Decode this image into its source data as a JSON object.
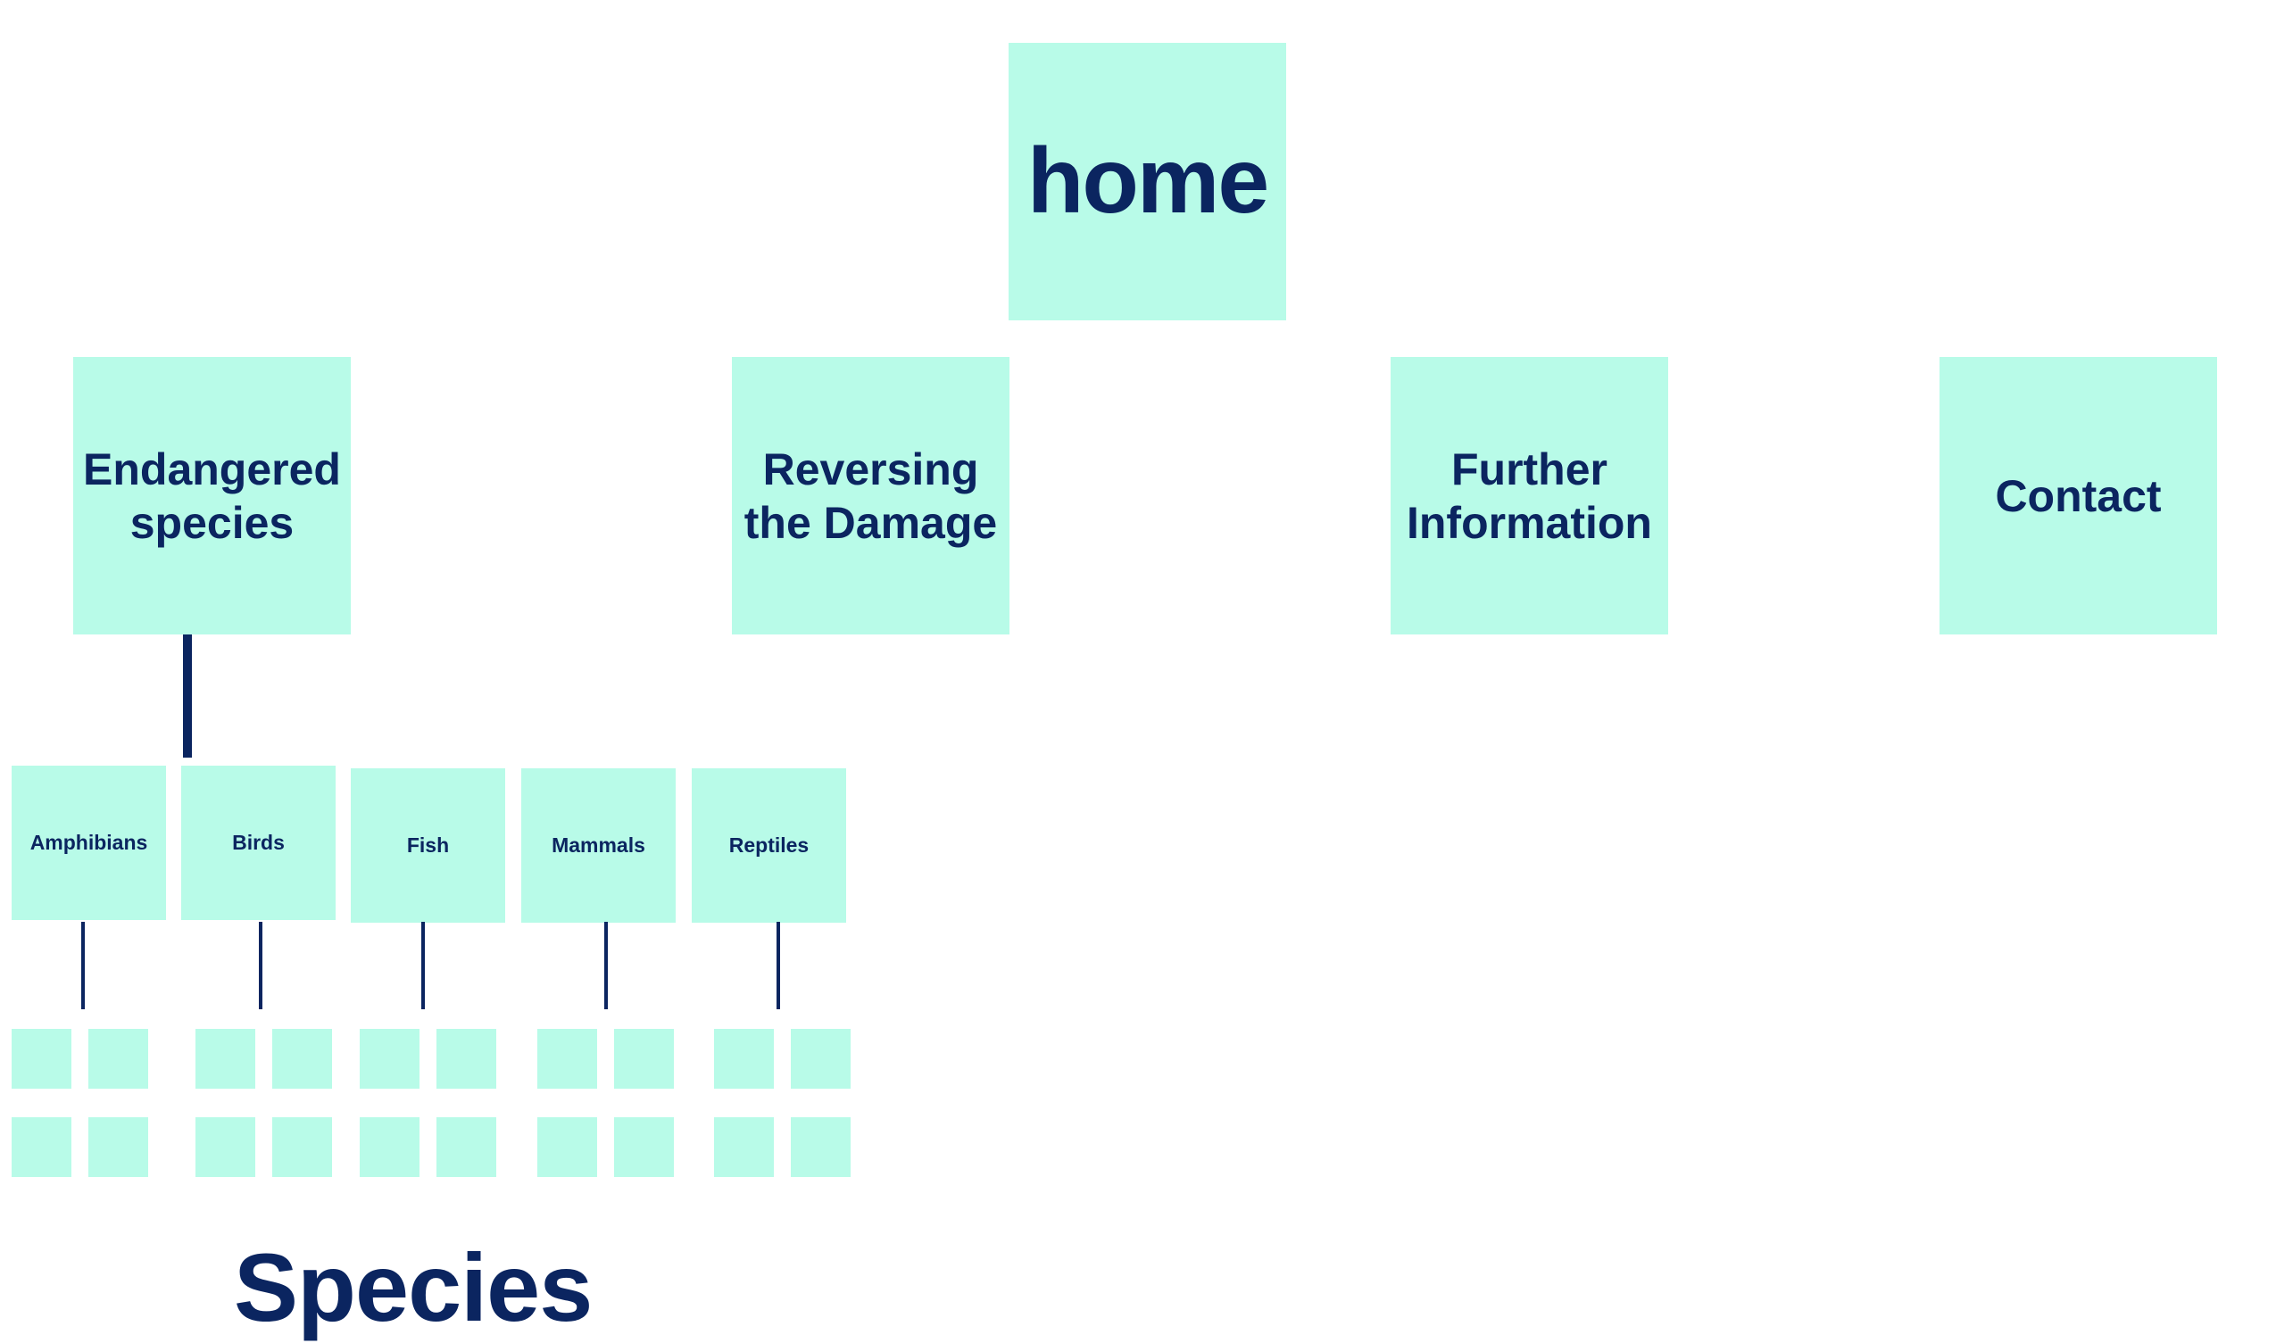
{
  "colors": {
    "box": "#b8fbe8",
    "text": "#0b2560",
    "background": "#ffffff"
  },
  "home": {
    "label": "home"
  },
  "sections": [
    {
      "line1": "Endangered",
      "line2": "species"
    },
    {
      "line1": "Reversing",
      "line2": "the Damage"
    },
    {
      "line1": "Further",
      "line2": "Information"
    },
    {
      "line1": "Contact",
      "line2": ""
    }
  ],
  "categories": [
    "Amphibians",
    "Birds",
    "Fish",
    "Mammals",
    "Reptiles"
  ],
  "caption": "Species"
}
